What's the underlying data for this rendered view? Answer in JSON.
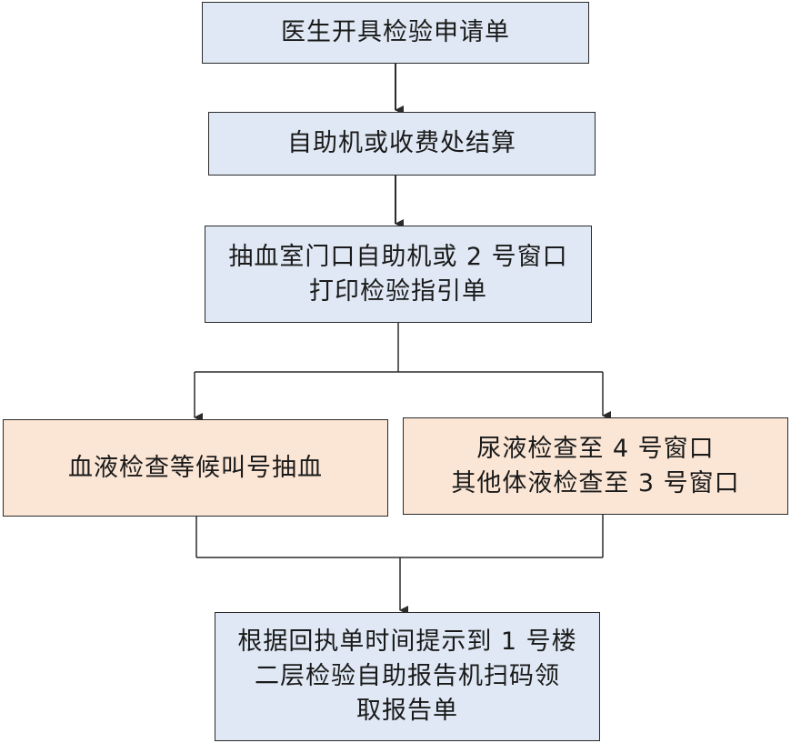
{
  "flowchart": {
    "steps": [
      {
        "id": "step1",
        "color": "#dfe8f4",
        "lines": [
          "医生开具检验申请单"
        ]
      },
      {
        "id": "step2",
        "color": "#dfe8f4",
        "lines": [
          "自助机或收费处结算"
        ]
      },
      {
        "id": "step3",
        "color": "#dfe8f4",
        "lines": [
          "抽血室门口自助机或 2 号窗口",
          "打印检验指引单"
        ]
      },
      {
        "id": "step4",
        "color": "#fbe6d6",
        "lines": [
          "血液检查等候叫号抽血"
        ]
      },
      {
        "id": "step5",
        "color": "#fbe6d6",
        "lines": [
          "尿液检查至 4 号窗口",
          "其他体液检查至 3 号窗口"
        ]
      },
      {
        "id": "step6",
        "color": "#dfe8f4",
        "lines": [
          "根据回执单时间提示到 1 号楼",
          "二层检验自助报告机扫码领",
          "取报告单"
        ]
      }
    ],
    "connections": [
      {
        "from": "step1",
        "to": "step2"
      },
      {
        "from": "step2",
        "to": "step3"
      },
      {
        "from": "step3",
        "to": "step4"
      },
      {
        "from": "step3",
        "to": "step5"
      },
      {
        "from": "step4",
        "to": "step6"
      },
      {
        "from": "step5",
        "to": "step6"
      }
    ],
    "line_color": "#2b2b2b"
  }
}
